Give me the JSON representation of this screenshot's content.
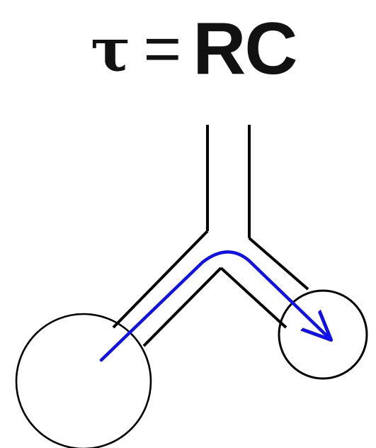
{
  "equation": {
    "symbol": "τ",
    "equals": "=",
    "rhs": "RC"
  },
  "colors": {
    "text": "#111111",
    "outline": "#000000",
    "flow_arrow": "#1010ee",
    "background": "#ffffff"
  },
  "diagram": {
    "elements": [
      "large-bulb-circle",
      "small-bulb-circle",
      "vertical-stem",
      "left-branch-tube",
      "right-branch-tube",
      "flow-arrow"
    ]
  }
}
